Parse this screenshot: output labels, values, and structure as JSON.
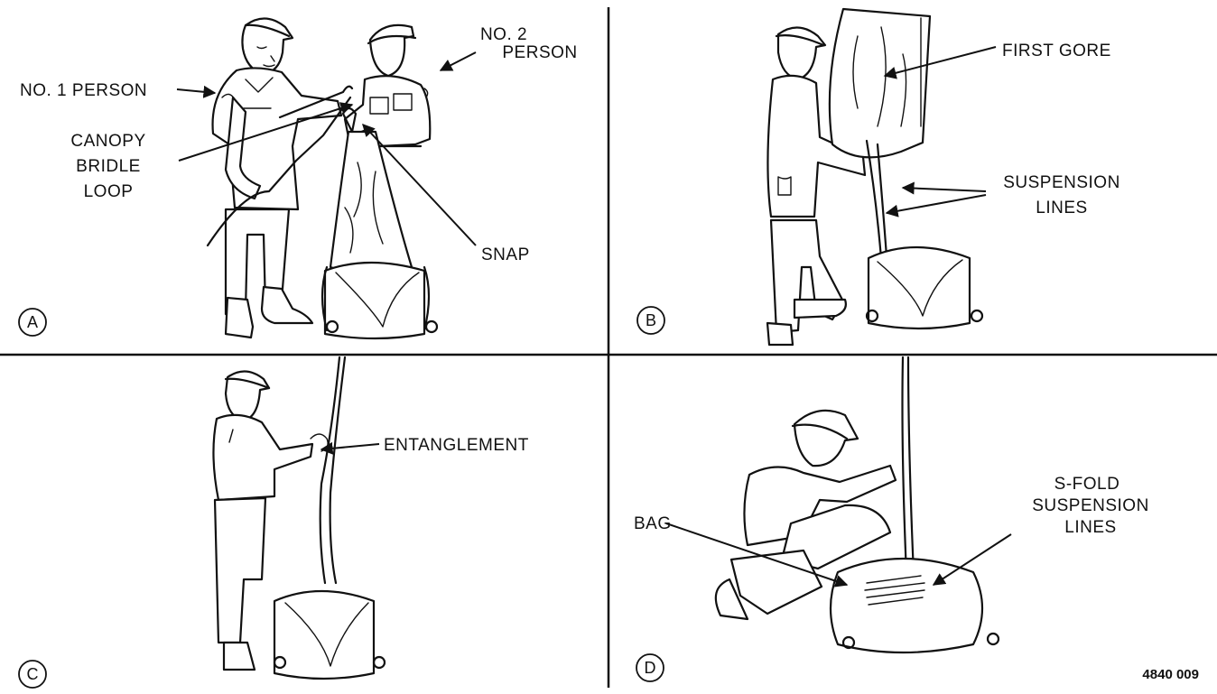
{
  "figure_number": "4840 009",
  "panels": {
    "a": {
      "letter": "A",
      "labels": {
        "no1_person": "NO. 1 PERSON",
        "no2_person_line1": "NO. 2",
        "no2_person_line2": "PERSON",
        "canopy_line1": "CANOPY",
        "canopy_line2": "BRIDLE",
        "canopy_line3": "LOOP",
        "snap": "SNAP"
      }
    },
    "b": {
      "letter": "B",
      "labels": {
        "first_gore": "FIRST GORE",
        "suspension_line1": "SUSPENSION",
        "suspension_line2": "LINES"
      }
    },
    "c": {
      "letter": "C",
      "labels": {
        "entanglement": "ENTANGLEMENT"
      }
    },
    "d": {
      "letter": "D",
      "labels": {
        "bag": "BAG",
        "sfold_line1": "S-FOLD",
        "sfold_line2": "SUSPENSION",
        "sfold_line3": "LINES"
      }
    }
  }
}
